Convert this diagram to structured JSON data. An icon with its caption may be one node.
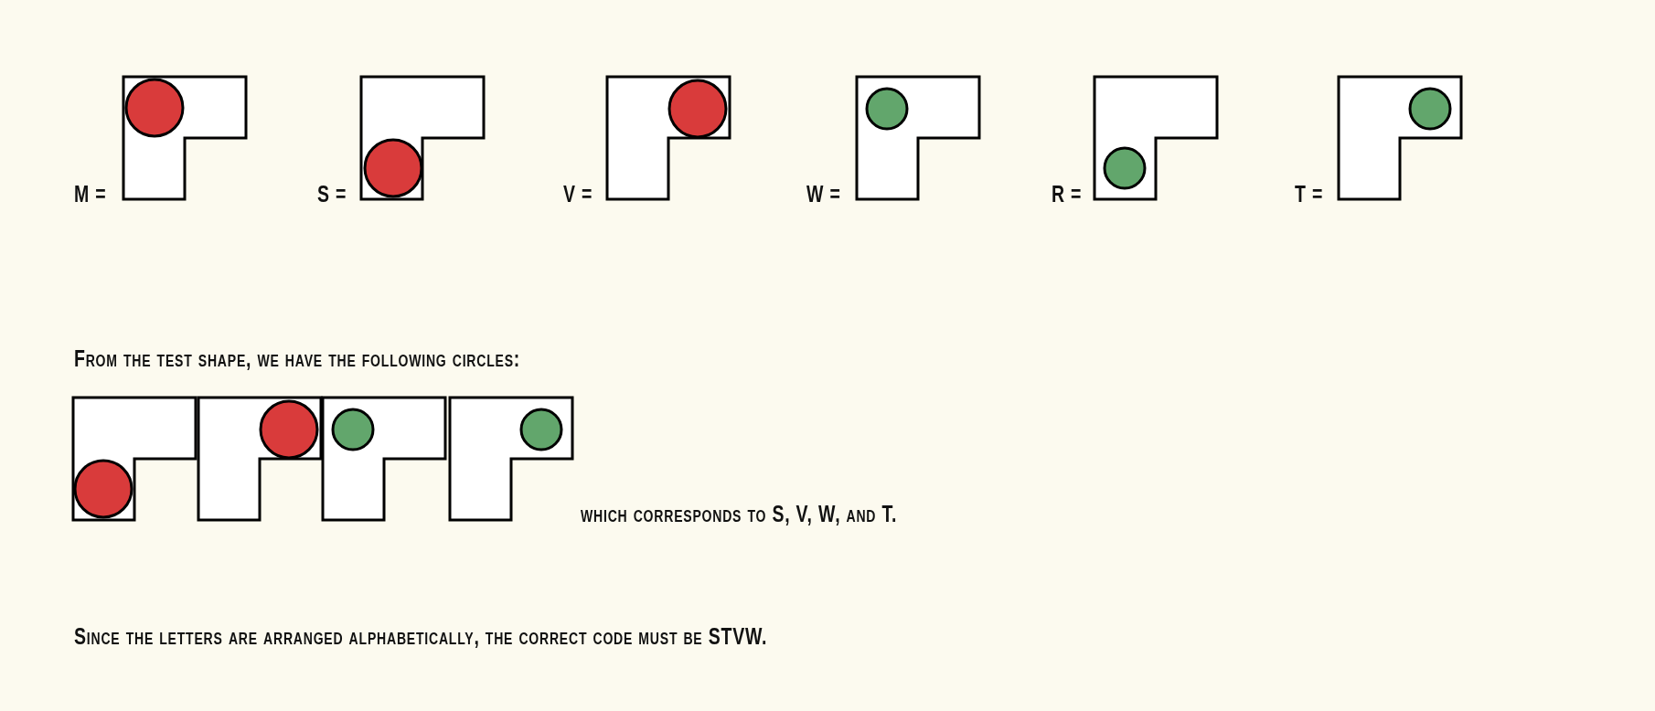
{
  "diagram": {
    "labels": [
      "M =",
      "S =",
      "V =",
      "W =",
      "R =",
      "T =",
      "From the test shape, we have the following circles:",
      "which corresponds to S, V, W, and T.",
      "Since the letters are arranged alphabetically, the correct code must be STVW."
    ]
  }
}
